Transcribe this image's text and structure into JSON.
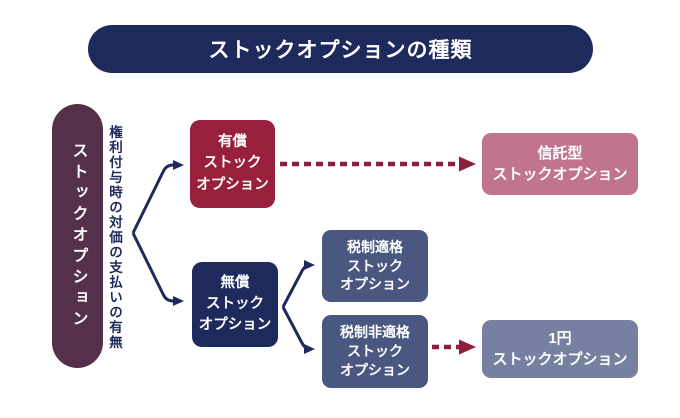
{
  "title": "ストックオプションの種類",
  "root": {
    "label": "ストックオプション"
  },
  "branch_question": "権利付与時の対価の支払いの有無",
  "nodes": {
    "paid": {
      "label": "有償\nストック\nオプション"
    },
    "free": {
      "label": "無償\nストック\nオプション"
    },
    "trust": {
      "label": "信託型\nストックオプション"
    },
    "qualified": {
      "label": "税制適格\nストック\nオプション"
    },
    "nonqualified": {
      "label": "税制非適格\nストック\nオプション"
    },
    "oneyen": {
      "label": "1円\nストックオプション"
    }
  },
  "connections": [
    {
      "from": "root",
      "to": "paid",
      "style": "solid-navy-arrow"
    },
    {
      "from": "root",
      "to": "free",
      "style": "solid-navy-arrow"
    },
    {
      "from": "free",
      "to": "qualified",
      "style": "solid-navy-arrow"
    },
    {
      "from": "free",
      "to": "nonqualified",
      "style": "solid-navy-arrow"
    },
    {
      "from": "paid",
      "to": "trust",
      "style": "dashed-red-arrow"
    },
    {
      "from": "nonqualified",
      "to": "oneyen",
      "style": "dashed-red-arrow"
    }
  ],
  "colors": {
    "navy": "#1e2a5c",
    "plum": "#54304a",
    "crimson": "#99203c",
    "rose": "#c0758d",
    "slate": "#4a5780",
    "light_slate": "#7680a1",
    "arrow_red": "#8e1f3a",
    "background": "#ffffff"
  }
}
